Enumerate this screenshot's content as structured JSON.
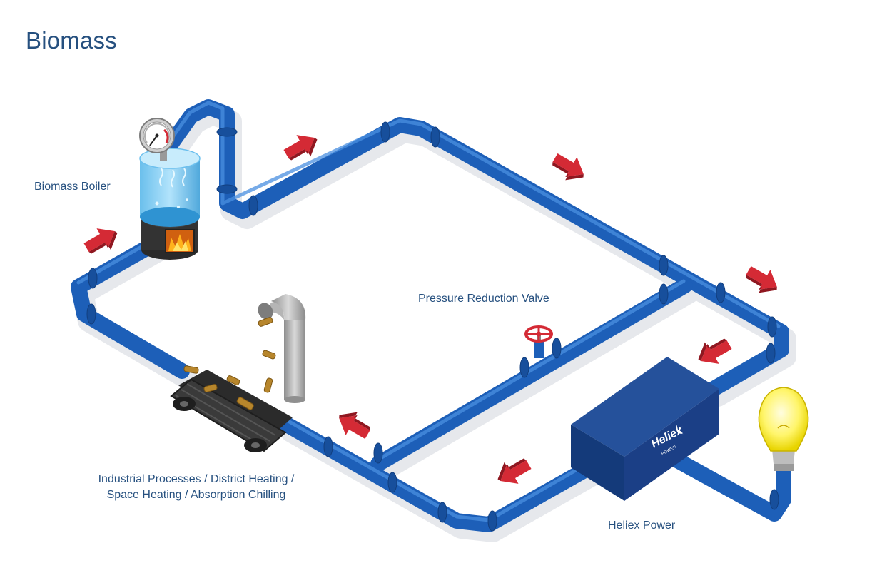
{
  "title": "Biomass",
  "labels": {
    "boiler": "Biomass Boiler",
    "valve": "Pressure Reduction Valve",
    "industrial_line1": "Industrial Processes / District Heating /",
    "industrial_line2": "Space Heating / Absorption Chilling",
    "heliex": "Heliex Power"
  },
  "logo_text": "Heliex",
  "logo_subtext": "POWER",
  "colors": {
    "title_text": "#26507f",
    "pipe": "#1d5fb8",
    "arrow": "#d42a35",
    "heliex_box": "#1b3f86",
    "bulb": "#fff36a"
  }
}
